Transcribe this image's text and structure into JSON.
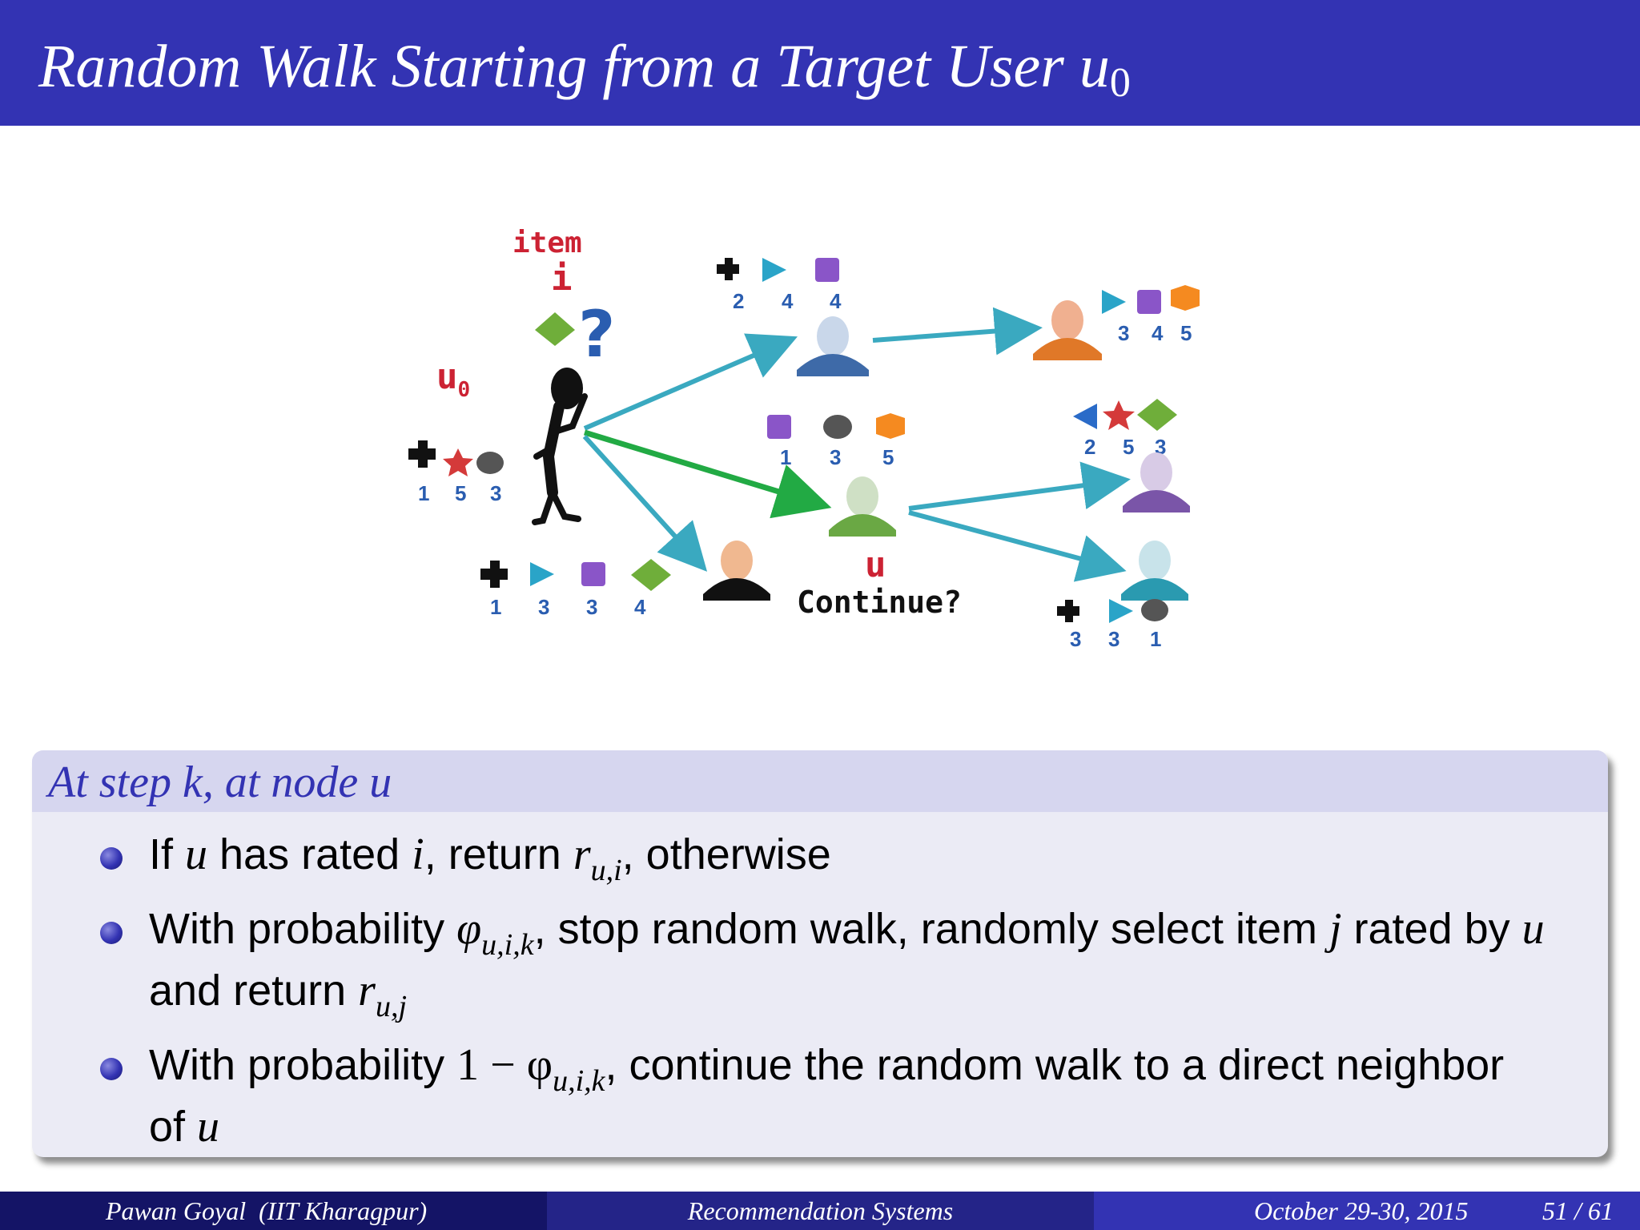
{
  "slide": {
    "title": "Random Walk Starting from a Target User u",
    "title_sub": "0"
  },
  "diagram": {
    "item_label": "item",
    "item_i": "i",
    "question": "?",
    "u0_label": "u",
    "u0_sub": "0",
    "u_label": "u",
    "continue_label": "Continue?",
    "u0_ratings": [
      "1",
      "5",
      "3"
    ],
    "user_top_ratings": [
      "2",
      "4",
      "4"
    ],
    "user_right_top_ratings": [
      "3",
      "4",
      "5"
    ],
    "user_u_ratings": [
      "1",
      "3",
      "5"
    ],
    "user_right_mid_ratings": [
      "2",
      "5",
      "3"
    ],
    "user_bottom_ratings": [
      "1",
      "3",
      "3",
      "4"
    ],
    "user_right_bottom_ratings": [
      "3",
      "3",
      "1"
    ],
    "colors": {
      "arrow_teal": "#3aa9c0",
      "arrow_green": "#22aa44",
      "label_red": "#cc2233",
      "number_blue": "#2a5db0"
    }
  },
  "block": {
    "title": "At step k, at node u",
    "b1": {
      "t1": "If ",
      "v1": "u",
      "t2": " has rated ",
      "v2": "i",
      "t3": ", return ",
      "v3": "r",
      "s3": "u,i",
      "t4": ", otherwise"
    },
    "b2": {
      "t1": "With probability ",
      "v1": "φ",
      "s1": "u,i,k",
      "t2": ", stop random walk, randomly select item ",
      "v2": "j",
      "t3": " rated by ",
      "v3": "u",
      "t4": "and return ",
      "v4": "r",
      "s4": "u,j"
    },
    "b3": {
      "t1": "With probability ",
      "v1": "1 − φ",
      "s1": "u,i,k",
      "t2": ", continue the random walk to a direct neighbor",
      "t3": "of ",
      "v3": "u"
    }
  },
  "footer": {
    "author": "Pawan Goyal  (IIT Kharagpur)",
    "title": "Recommendation Systems",
    "date": "October 29-30, 2015",
    "page": "51 / 61"
  },
  "theme": {
    "primary": "#3333b3",
    "dark": "#141466"
  }
}
